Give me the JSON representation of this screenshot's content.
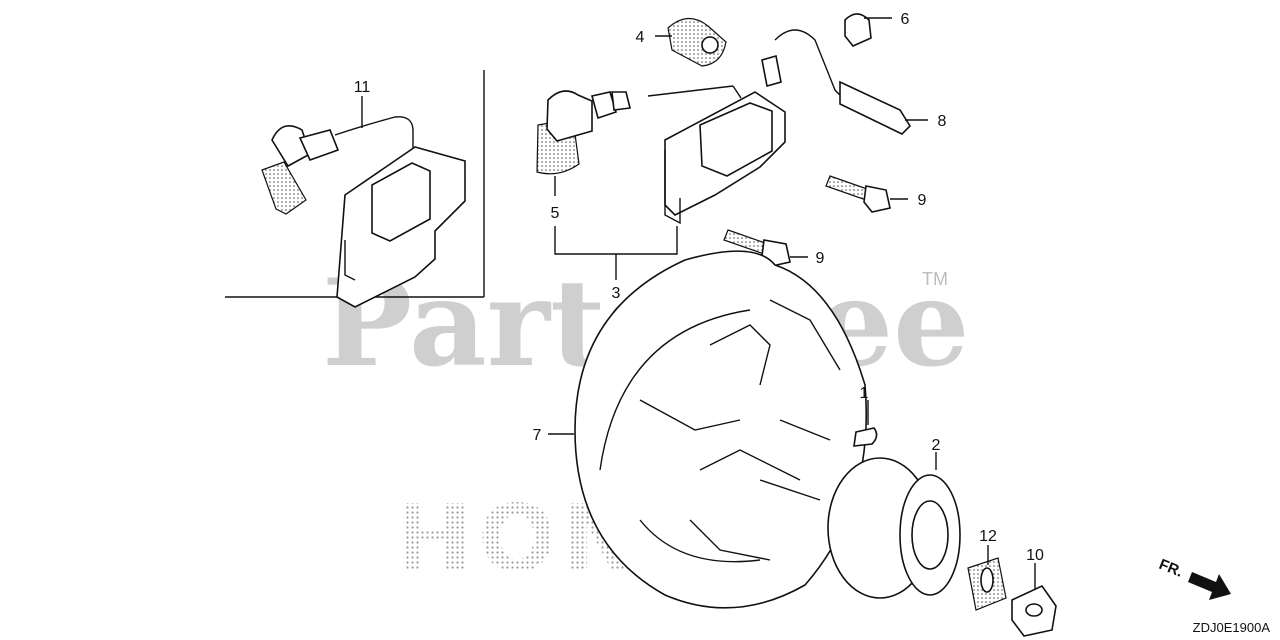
{
  "watermark": {
    "brand_text": "PartsTree",
    "trademark": "TM",
    "logo_text": "HONDA"
  },
  "callouts": [
    {
      "id": "c1",
      "label": "1"
    },
    {
      "id": "c2",
      "label": "2"
    },
    {
      "id": "c3",
      "label": "3"
    },
    {
      "id": "c4",
      "label": "4"
    },
    {
      "id": "c5",
      "label": "5"
    },
    {
      "id": "c6",
      "label": "6"
    },
    {
      "id": "c7",
      "label": "7"
    },
    {
      "id": "c8",
      "label": "8"
    },
    {
      "id": "c9a",
      "label": "9"
    },
    {
      "id": "c9b",
      "label": "9"
    },
    {
      "id": "c10",
      "label": "10"
    },
    {
      "id": "c11",
      "label": "11"
    },
    {
      "id": "c12",
      "label": "12"
    }
  ],
  "direction_marker": "FR.",
  "diagram_code": "ZDJ0E1900A",
  "colors": {
    "line": "#111111",
    "watermark": "#cfcfcf",
    "background": "#ffffff"
  }
}
